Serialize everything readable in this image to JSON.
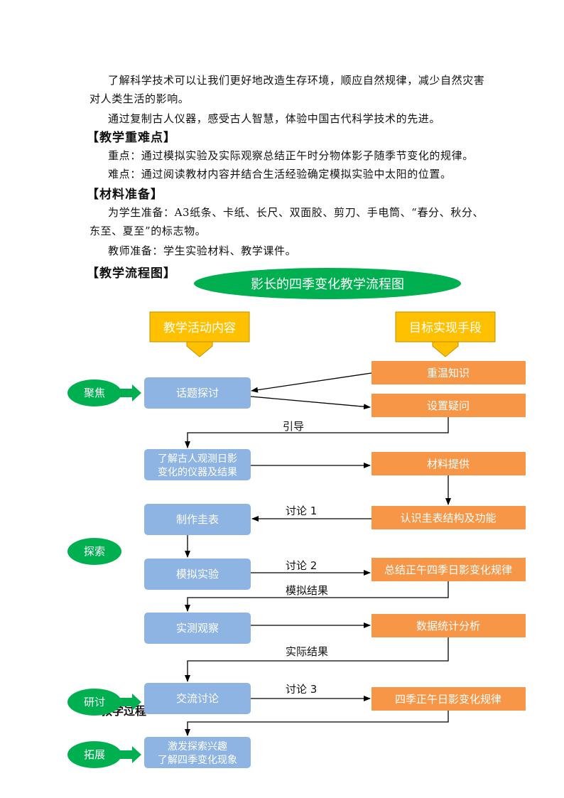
{
  "goals": {
    "p1": "了解科学技术可以让我们更好地改造生存环境，顺应自然规律，减少自然灾害对人类生活的影响。",
    "p2": "通过复制古人仪器，感受古人智慧，体验中国古代科学技术的先进。"
  },
  "keypoints": {
    "heading": "【教学重难点】",
    "focus": "重点：通过模拟实验及实际观察总结正午时分物体影子随季节变化的规律。",
    "difficulty": "难点：通过阅读教材内容并结合生活经验确定模拟实验中太阳的位置。"
  },
  "materials": {
    "heading": "【材料准备】",
    "student": "为学生准备：A3纸条、卡纸、长尺、双面胶、剪刀、手电筒、“春分、秋分、东至、夏至”的标志物。",
    "teacher": "教师准备：学生实验材料、教学课件。"
  },
  "flowchart": {
    "heading": "【教学流程图】",
    "title": "影长的四季变化教学流程图",
    "col_left": "教学活动内容",
    "col_right": "目标实现手段",
    "phases": [
      "聚焦",
      "探索",
      "研讨",
      "拓展"
    ],
    "left_boxes": [
      [
        "话题探讨"
      ],
      [
        "了解古人观测日影",
        "变化的仪器及结果"
      ],
      [
        "制作圭表"
      ],
      [
        "模拟实验"
      ],
      [
        "实测观察"
      ],
      [
        "交流讨论"
      ],
      [
        "激发探索兴趣",
        "了解四季变化现象"
      ]
    ],
    "right_boxes": [
      "重温知识",
      "设置疑问",
      "材料提供",
      "认识圭表结构及功能",
      "总结正午四季日影变化规律",
      "数据统计分析",
      "四季正午日影变化规律"
    ],
    "arrow_labels": {
      "guide": "引导",
      "discuss1": "讨论 1",
      "discuss2": "讨论 2",
      "sim_result": "模拟结果",
      "actual_result": "实际结果",
      "discuss3": "讨论 3"
    },
    "overlap_text": "教学过程",
    "colors": {
      "blue_box": "#8eb4e3",
      "orange_box": "#f79646",
      "yellow_box": "#ffc000",
      "green": "#00b050"
    }
  }
}
